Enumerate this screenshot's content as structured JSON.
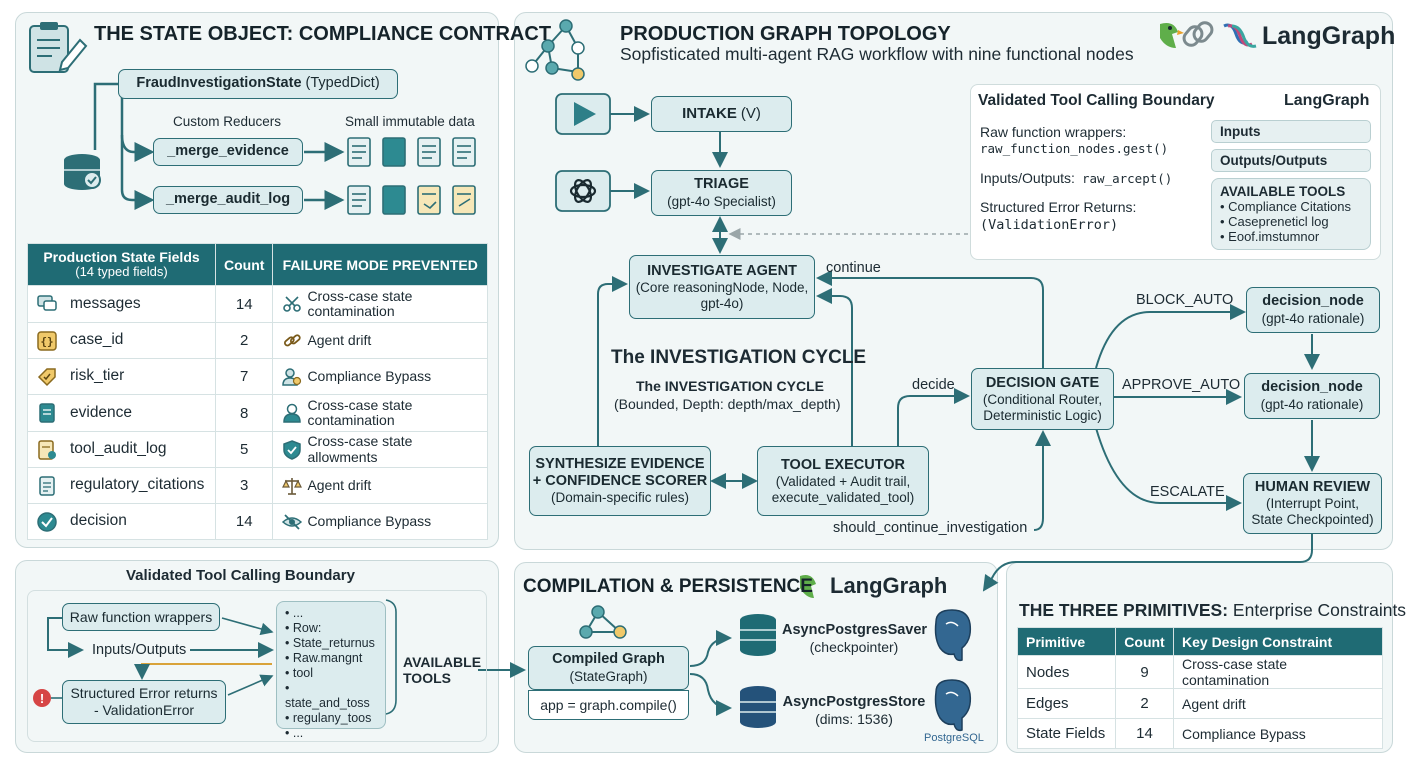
{
  "state_object": {
    "title": "THE STATE OBJECT: COMPLIANCE CONTRACT",
    "typed_dict_name": "FraudInvestigationState",
    "typed_dict_suffix": "(TypedDict)",
    "custom_reducers_label": "Custom Reducers",
    "immutable_label": "Small immutable data",
    "reducers": [
      "_merge_evidence",
      "_merge_audit_log"
    ]
  },
  "fields_table": {
    "header_1": "Production State Fields",
    "header_1_sub": "(14 typed fields)",
    "header_2": "Count",
    "header_3": "FAILURE MODE PREVENTED",
    "rows": [
      {
        "field": "messages",
        "count": "14",
        "failure": "Cross-case state contamination",
        "icon": "chat-icon",
        "ficon": "scissors-icon"
      },
      {
        "field": "case_id",
        "count": "2",
        "failure": "Agent drift",
        "icon": "braces-icon",
        "ficon": "link-icon"
      },
      {
        "field": "risk_tier",
        "count": "7",
        "failure": "Compliance Bypass",
        "icon": "tag-icon",
        "ficon": "user-icon"
      },
      {
        "field": "evidence",
        "count": "8",
        "failure": "Cross-case state contamination",
        "icon": "document-icon",
        "ficon": "agent-icon"
      },
      {
        "field": "tool_audit_log",
        "count": "5",
        "failure": "Cross-case state allowments",
        "icon": "log-icon",
        "ficon": "shield-icon"
      },
      {
        "field": "regulatory_citations",
        "count": "3",
        "failure": "Agent drift",
        "icon": "file-icon",
        "ficon": "scales-icon"
      },
      {
        "field": "decision",
        "count": "14",
        "failure": "Compliance Bypass",
        "icon": "check-icon",
        "ficon": "eye-off-icon"
      }
    ]
  },
  "tool_boundary_small": {
    "title": "Validated Tool Calling Boundary",
    "raw_wrappers": "Raw function wrappers",
    "inputs_outputs": "Inputs/Outputs",
    "structured_error": "Structured Error returns\n- ValidationError",
    "tools_list": [
      "...",
      "Row:",
      "State_returnus",
      "Raw.mangnt",
      "tool",
      "state_and_toss",
      "regulany_toos",
      "..."
    ],
    "available_tools": "AVAILABLE\nTOOLS"
  },
  "topology": {
    "title": "PRODUCTION GRAPH TOPOLOGY",
    "subtitle": "Sopfisticated multi-agent RAG workflow with nine functional nodes",
    "brand": "LangGraph",
    "nodes": {
      "intake": {
        "title": "INTAKE",
        "suffix": "(V)"
      },
      "triage": {
        "title": "TRIAGE",
        "sub": "(gpt-4o Specialist)"
      },
      "investigate": {
        "title": "INVESTIGATE AGENT",
        "sub": "(Core reasoningNode, Node,\ngpt-4o)"
      },
      "synthesize": {
        "title": "SYNTHESIZE EVIDENCE\n+ CONFIDENCE SCORER",
        "sub": "(Domain-specific rules)"
      },
      "tool_executor": {
        "title": "TOOL EXECUTOR",
        "sub": "(Validated + Audit trail,\nexecute_validated_tool)"
      },
      "decision_gate": {
        "title": "DECISION GATE",
        "sub": "(Conditional Router,\nDeterministic Logic)"
      },
      "decision_node_1": {
        "title": "decision_node",
        "sub": "(gpt-4o rationale)"
      },
      "decision_node_2": {
        "title": "decision_node",
        "sub": "(gpt-4o rationale)"
      },
      "human_review": {
        "title": "HUMAN REVIEW",
        "sub": "(Interrupt Point,\nState Checkpointed)"
      }
    },
    "cycle_title": "The INVESTIGATION CYCLE",
    "cycle_sub_title": "The INVESTIGATION CYCLE",
    "cycle_sub": "(Bounded, Depth: depth/max_depth)",
    "edges": {
      "continue": "continue",
      "decide": "decide",
      "should_continue": "should_continue_investigation",
      "block": "BLOCK_AUTO",
      "approve": "APPROVE_AUTO",
      "escalate": "ESCALATE"
    }
  },
  "tool_boundary_large": {
    "title": "Validated Tool Calling Boundary",
    "brand": "LangGraph",
    "raw_label": "Raw function wrappers:",
    "raw_code": "raw_function_nodes.gest()",
    "io_label": "Inputs/Outputs:",
    "io_code": "raw_arcept()",
    "error_label": "Structured Error Returns:",
    "error_code": "(ValidationError)",
    "inputs_tag": "Inputs",
    "outputs_tag": "Outputs/Outputs",
    "available_title": "AVAILABLE TOOLS",
    "available_items": [
      "Compliance Citations",
      "Casepreneticl log",
      "Eoof.imstumnor"
    ]
  },
  "compilation": {
    "title": "COMPILATION & PERSISTENCE",
    "brand": "LangGraph",
    "compiled_title": "Compiled Graph",
    "compiled_sub": "(StateGraph)",
    "compile_code": "app = graph.compile()",
    "saver_title": "AsyncPostgresSaver",
    "saver_sub": "(checkpointer)",
    "store_title": "AsyncPostgresStore",
    "store_sub": "(dims: 1536)",
    "postgres_label": "PostgreSQL"
  },
  "primitives": {
    "title_bold": "THE THREE PRIMITIVES:",
    "title_rest": "Enterprise Constraints",
    "headers": [
      "Primitive",
      "Count",
      "Key Design Constraint"
    ],
    "rows": [
      {
        "primitive": "Nodes",
        "count": "9",
        "constraint": "Cross-case state contamination"
      },
      {
        "primitive": "Edges",
        "count": "2",
        "constraint": "Agent drift"
      },
      {
        "primitive": "State Fields",
        "count": "14",
        "constraint": "Compliance Bypass"
      }
    ]
  },
  "colors": {
    "teal": "#1f6b74",
    "node_fill": "#dcecee",
    "panel": "#f2f7f7",
    "gold": "#d9a33a"
  }
}
